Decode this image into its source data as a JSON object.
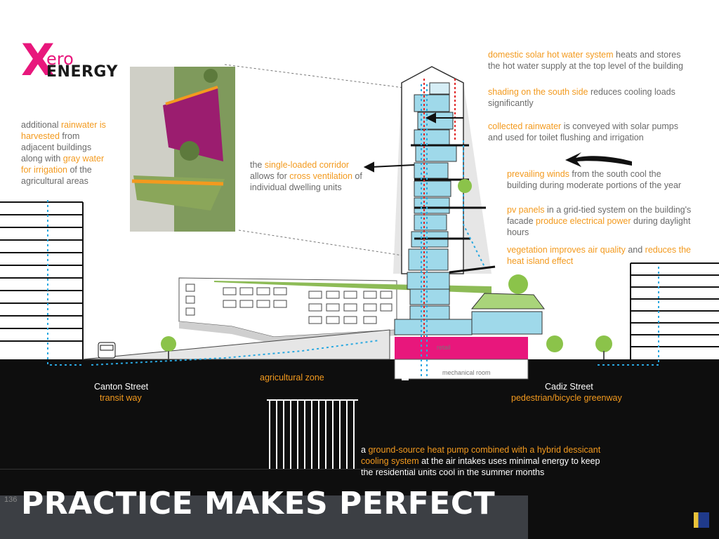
{
  "logo": {
    "x": "X",
    "ero": "ero",
    "energy": "ENERGY"
  },
  "notes": {
    "rainwater_left": {
      "t1": "additional ",
      "h1": "rainwater is",
      "h2": "harvested",
      "t2": " from",
      "t3": "adjacent buildings",
      "t4": "along with ",
      "h3": "gray water",
      "h4": "for irrigation",
      "t5": " of the",
      "t6": "agricultural areas"
    },
    "corridor": {
      "t1": "the ",
      "h1": "single-loaded corridor",
      "t2": "allows for ",
      "h2": "cross ventilation",
      "t3": " of",
      "t4": "individual dwelling units"
    },
    "solar": {
      "h1": "domestic solar hot water system",
      "t1": " heats and stores",
      "t2": "the hot water supply at the top level of the building"
    },
    "shading": {
      "h1": "shading on the south side",
      "t1": " reduces cooling loads",
      "t2": "significantly"
    },
    "collected": {
      "h1": "collected rainwater",
      "t1": " is conveyed with solar pumps",
      "t2": "and used for toilet flushing and irrigation"
    },
    "winds": {
      "h1": "prevailing winds",
      "t1": " from the south cool the",
      "t2": "building during moderate portions of the year"
    },
    "pv": {
      "h1": "pv panels",
      "t1": " in a grid-tied system on the building's",
      "t2": "facade ",
      "h2": "produce electrical power",
      "t3": " during daylight",
      "t4": "hours"
    },
    "vegetation": {
      "h1": "vegetation improves air quality",
      "t1": " and ",
      "h2": "reduces the",
      "h3": "heat island effect"
    },
    "heatpump": {
      "t1": "a ",
      "h1": "ground-source heat pump combined with a hybrid dessicant",
      "h2": "cooling system",
      "t2": " at the air intakes uses minimal energy to keep",
      "t3": "the residential units cool in the summer months"
    }
  },
  "streets": {
    "canton": {
      "name": "Canton Street",
      "sub": "transit way"
    },
    "agri": {
      "sub": "agricultural zone"
    },
    "cadiz": {
      "name": "Cadiz Street",
      "sub": "pedestrian/bicycle greenway"
    }
  },
  "building_labels": {
    "retail": "retail",
    "mechanical": "mechanical room"
  },
  "footer": {
    "page": "136",
    "title": "PRACTICE MAKES PERFECT"
  },
  "colors": {
    "accent": "#f39a1e",
    "brand": "#e8177c",
    "ground": "#0e0e0e",
    "water": "#29a8e0"
  }
}
